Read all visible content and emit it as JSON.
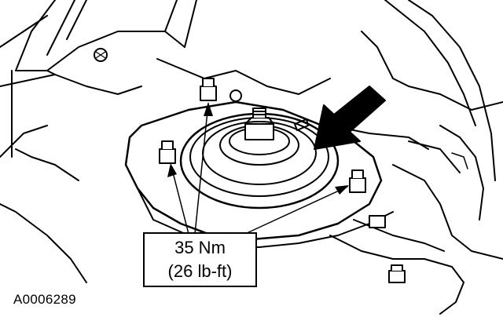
{
  "callout": {
    "torque_metric": "35 Nm",
    "torque_imperial": "(26 lb-ft)"
  },
  "figure_id": "A0006289"
}
